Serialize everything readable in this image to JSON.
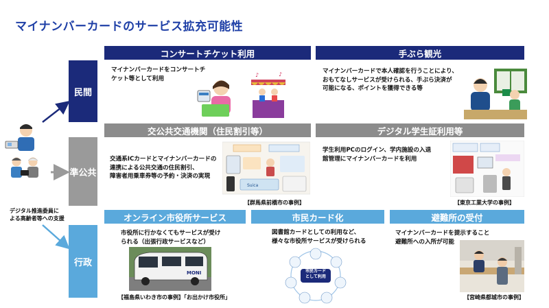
{
  "title": "マイナンバーカードのサービス拡充可能性",
  "left_note": {
    "line1": "デジタル推進委員に",
    "line2": "よる高齢者等への支援"
  },
  "rows": {
    "private": "民間",
    "semi_public": "準公共",
    "administrative": "行政"
  },
  "cards": {
    "concert": {
      "header": "コンサートチケット利用",
      "desc_line1": "マイナンバーカードをコンサートチ",
      "desc_line2": "ケット等として利用"
    },
    "tebura": {
      "header": "手ぶら観光",
      "desc_line1": "マイナンバーカードで本人確認を行うことにより、",
      "desc_line2": "おもてなしサービスが受けられる、手ぶら決済が",
      "desc_line3": "可能になる、ポイントを獲得できる等"
    },
    "transit": {
      "header": "交公共交通機関（住民割引等）",
      "desc_line1": "交通系ICカードとマイナンバーカードの",
      "desc_line2": "連携による公共交通の住民割引、",
      "desc_line3": "障害者用乗車券等の予約・決済の実現",
      "caption": "【群馬県前橋市の事例】"
    },
    "student": {
      "header": "デジタル学生証利用等",
      "desc_line1": "学生利用PCのログイン、学内施設の入退",
      "desc_line2": "館管理にマイナンバーカードを利用",
      "caption": "【東京工業大学の事例】"
    },
    "online_office": {
      "header": "オンライン市役所サービス",
      "desc_line1": "市役所に行かなくてもサービスが受け",
      "desc_line2": "られる（出張行政サービスなど）",
      "caption": "【福島県いわき市の事例】「お出かけ市役所」"
    },
    "citizen_card": {
      "header": "市民カード化",
      "desc_line1": "図書館カードとしての利用など、",
      "desc_line2": "様々な市役所サービスが受けられる",
      "center_label_1": "市民カード",
      "center_label_2": "として利用"
    },
    "shelter": {
      "header": "避難所の受付",
      "desc_line1": "マイナンバーカードを提示すること",
      "desc_line2": "避難所への入所が可能",
      "caption": "【宮崎県都城市の事例】"
    }
  },
  "colors": {
    "title": "#1e3fa6",
    "private": "#1b2a7a",
    "semi_public": "#8c8c8c",
    "administrative": "#5aa9dc"
  }
}
